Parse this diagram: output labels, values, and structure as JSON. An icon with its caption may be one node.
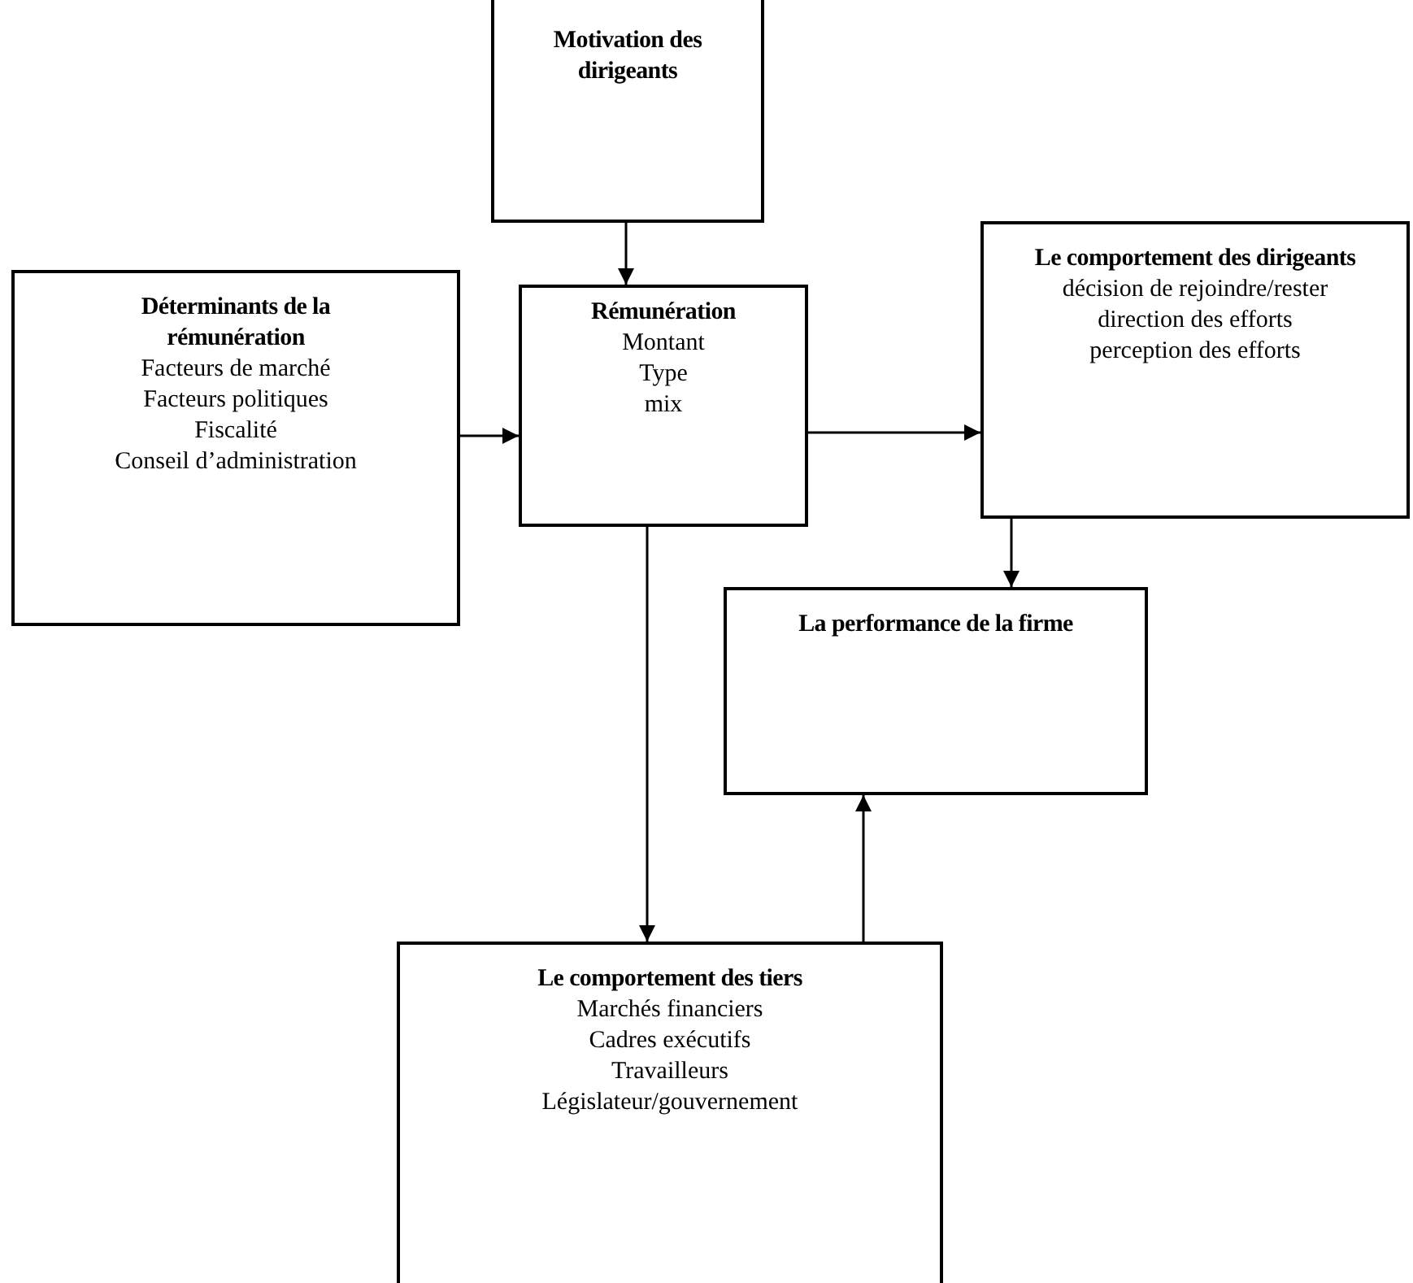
{
  "diagram": {
    "nodes": [
      {
        "text": [
          "Motivation des dirigeants"
        ]
      },
      {
        "text": [
          "Déterminants de la rémunération",
          "Facteurs de marché",
          "Facteurs politiques",
          "Fiscalité",
          "Conseil d’administration"
        ]
      },
      {
        "text": [
          "Rémunération",
          "Montant",
          "Type",
          "mix"
        ]
      },
      {
        "text": [
          "Le comportement des dirigeants",
          "décision de rejoindre/rester",
          "direction des efforts",
          "perception des efforts"
        ]
      },
      {
        "text": [
          "La performance de la firme"
        ]
      },
      {
        "text": [
          "Le comportement des tiers",
          "Marchés financiers",
          "Cadres exécutifs",
          "Travailleurs",
          "Législateur/gouvernement"
        ]
      }
    ],
    "edges": [
      {
        "from": 0,
        "to": 2,
        "arrow": "to"
      },
      {
        "from": 1,
        "to": 2,
        "arrow": "to"
      },
      {
        "from": 2,
        "to": 3,
        "arrow": "to"
      },
      {
        "from": 3,
        "to": 4,
        "arrow": "to"
      },
      {
        "from": 2,
        "to": 5,
        "arrow": "to"
      },
      {
        "from": 5,
        "to": 4,
        "arrow": "to"
      }
    ]
  }
}
